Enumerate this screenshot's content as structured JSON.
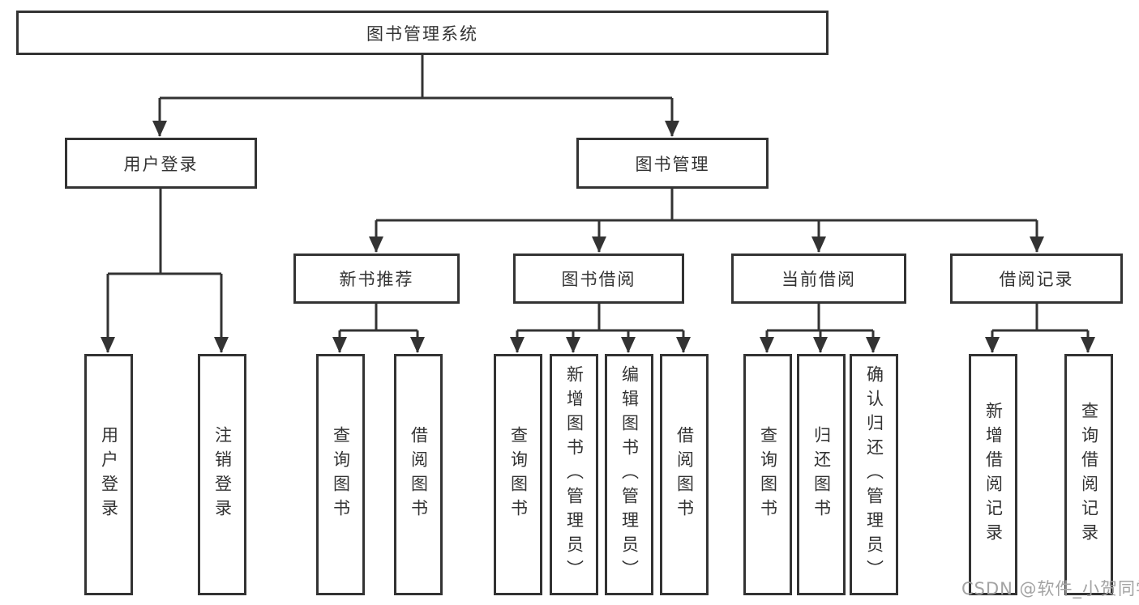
{
  "title": "图书管理系统",
  "tree": {
    "root": {
      "label": "图书管理系统"
    },
    "branches": [
      {
        "label": "用户登录",
        "children": [
          {
            "label": "用户登录"
          },
          {
            "label": "注销登录"
          }
        ]
      },
      {
        "label": "图书管理",
        "children": [
          {
            "label": "新书推荐",
            "children": [
              {
                "label": "查询图书"
              },
              {
                "label": "借阅图书"
              }
            ]
          },
          {
            "label": "图书借阅",
            "children": [
              {
                "label": "查询图书"
              },
              {
                "label": "新增图书（管理员）"
              },
              {
                "label": "编辑图书（管理员）"
              },
              {
                "label": "借阅图书"
              }
            ]
          },
          {
            "label": "当前借阅",
            "children": [
              {
                "label": "查询图书"
              },
              {
                "label": "归还图书"
              },
              {
                "label": "确认归还（管理员）"
              }
            ]
          },
          {
            "label": "借阅记录",
            "children": [
              {
                "label": "新增借阅记录"
              },
              {
                "label": "查询借阅记录"
              }
            ]
          }
        ]
      }
    ]
  },
  "watermark": "CSDN @软件_小贺同学",
  "colors": {
    "line": "#333333",
    "box_border": "#333333",
    "text": "#333333",
    "watermark": "#a3a3a3",
    "background": "#ffffff"
  }
}
